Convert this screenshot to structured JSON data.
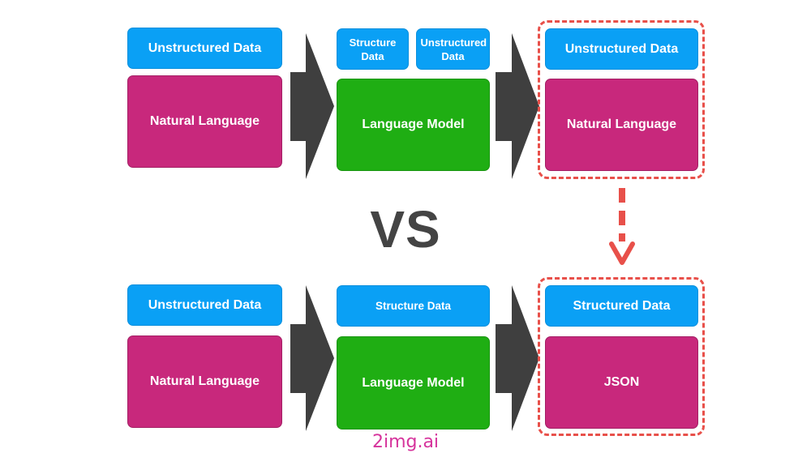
{
  "colors": {
    "blue": "#0aa0f5",
    "magenta": "#c8287c",
    "green": "#1fae13",
    "arrow": "#3f3f3f",
    "highlight": "#e8504a",
    "watermark": "#d6349c"
  },
  "top_row": {
    "input_data": "Unstructured Data",
    "input_language": "Natural Language",
    "model_inputs": [
      "Structure Data",
      "Unstructured Data"
    ],
    "model": "Language Model",
    "output_data": "Unstructured Data",
    "output_language": "Natural Language"
  },
  "divider": "VS",
  "bottom_row": {
    "input_data": "Unstructured Data",
    "input_language": "Natural Language",
    "model_input": "Structure Data",
    "model": "Language Model",
    "output_data": "Structured Data",
    "output_format": "JSON"
  },
  "watermark": "2img.ai"
}
